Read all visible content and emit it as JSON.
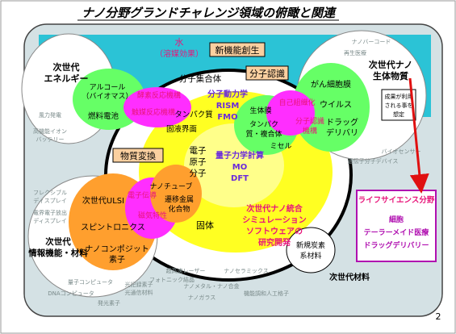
{
  "title": "ナノ分野グランドチャレンジ領域の俯瞰と関連",
  "page_number": "2",
  "colors": {
    "outer_bg": "#d4e1e4",
    "top_band": "#2bc3d6",
    "inner_white": "#ffffff",
    "yellow": "#ffff22",
    "yellow_light": "#ffff8a",
    "orange": "#ff9f2e",
    "magenta": "#ff2eff",
    "pink_text": "#e8157a",
    "blue_text": "#6a2adb",
    "green": "#66ff66",
    "label_box": "#fbd0a0",
    "arrow": "#e01010"
  },
  "boxes": {
    "shinkino": "新機能創生",
    "bunshi_ninshiki": "分子認識",
    "busshitsu_henkan": "物質変換",
    "seika_note": [
      "成果が利用",
      "される事を",
      "想定"
    ]
  },
  "water": [
    "水",
    "（溶媒効果）"
  ],
  "left_top_circle": {
    "title": [
      "次世代",
      "エネルギー"
    ],
    "inner": [
      "アルコール",
      "（バイオマス）",
      "燃料電池"
    ],
    "faint": [
      "風力発電",
      "高機能イオン",
      "バッテリー"
    ]
  },
  "magenta_upper": [
    "酵素反応機構",
    "触媒反応機構"
  ],
  "center_labels": {
    "bunshi_shugotai": "分子集合体",
    "bunshi_dourikigaku": [
      "分子動力学",
      "RISM",
      "FMO"
    ],
    "tanpakushitsu": "タンパク質",
    "ekitai_kaimen": "固液界面",
    "denshi": [
      "電子",
      "原子",
      "分子"
    ],
    "ryoshi": [
      "量子力学計算",
      "MO",
      "DFT"
    ],
    "kotai": "固体",
    "tougou": [
      "次世代ナノ統合",
      "シミュレーション",
      "ソフトウェアの",
      "研究開発"
    ]
  },
  "right_top_circle": {
    "title": [
      "次世代ナノ",
      "生体物質"
    ],
    "items": [
      "がん細胞膜",
      "ウイルス",
      "ドラッグ",
      "デリバリ"
    ],
    "faint": [
      "ナノバーコード",
      "再生医療",
      "バイオセンサー",
      "遺伝子分子デバイス"
    ]
  },
  "green_circle": {
    "items": [
      "生体膜",
      "タンパク",
      "質・複合体",
      "ミセル"
    ],
    "magenta": [
      "自己組織化",
      "分子認識",
      "機構"
    ]
  },
  "left_bottom_circle": {
    "title": [
      "次世代",
      "情報機能・材料"
    ],
    "inner": [
      "次世代ULSI",
      "スピントロニクス",
      "ナノコンポジット",
      "素子"
    ],
    "faint": [
      "フレクシブル",
      "ディスプレイ",
      "電界電子放出",
      "ディスプレイ",
      "量子コンピュータ",
      "DNAコンピュータ",
      "光記録素子"
    ]
  },
  "orange_circle": {
    "items": [
      "ナノチューブ",
      "遷移金属",
      "化合物"
    ],
    "magenta": [
      "電子伝導",
      "磁気特性"
    ]
  },
  "bottom_center_faint": [
    "超高速レーザー",
    "ナノセラミックス",
    "フォトニック結晶",
    "ナノメタル・ナノ合金",
    "ナノガラス",
    "機能調和人工格子",
    "光通信材料",
    "発光素子"
  ],
  "shinki_tanso": [
    "新規炭素",
    "系材料"
  ],
  "jisedai_zairyo": "次世代材料",
  "life_box": {
    "title": "ライフサイエンス分野",
    "items": [
      "細胞",
      "テーラーメイド医療",
      "ドラッグデリバリー"
    ]
  }
}
